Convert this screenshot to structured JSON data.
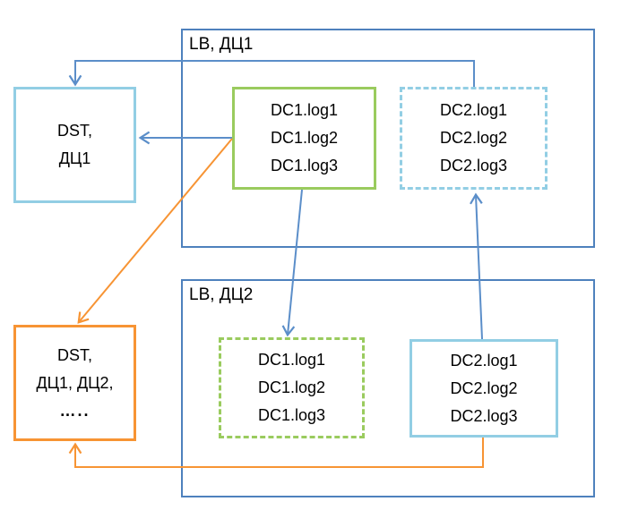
{
  "colors": {
    "frame_blue": "#4e81bd",
    "arrow_blue": "#5b8ec9",
    "light_blue": "#92cee4",
    "green": "#9acb5e",
    "orange": "#f79434",
    "text": "#000000",
    "background": "#ffffff"
  },
  "containers": {
    "lb_dc1": {
      "label": "LB, ДЦ1"
    },
    "lb_dc2": {
      "label": "LB, ДЦ2"
    }
  },
  "nodes": {
    "dst_dc1": {
      "lines": [
        "DST,",
        "ДЦ1"
      ]
    },
    "dst_all": {
      "lines": [
        "DST,",
        "ДЦ1, ДЦ2,",
        "….."
      ]
    },
    "dc1_logs_primary": {
      "lines": [
        "DC1.log1",
        "DC1.log2",
        "DC1.log3"
      ]
    },
    "dc2_logs_replica": {
      "lines": [
        "DC2.log1",
        "DC2.log2",
        "DC2.log3"
      ]
    },
    "dc1_logs_replica": {
      "lines": [
        "DC1.log1",
        "DC1.log2",
        "DC1.log3"
      ]
    },
    "dc2_logs_primary": {
      "lines": [
        "DC2.log1",
        "DC2.log2",
        "DC2.log3"
      ]
    }
  }
}
